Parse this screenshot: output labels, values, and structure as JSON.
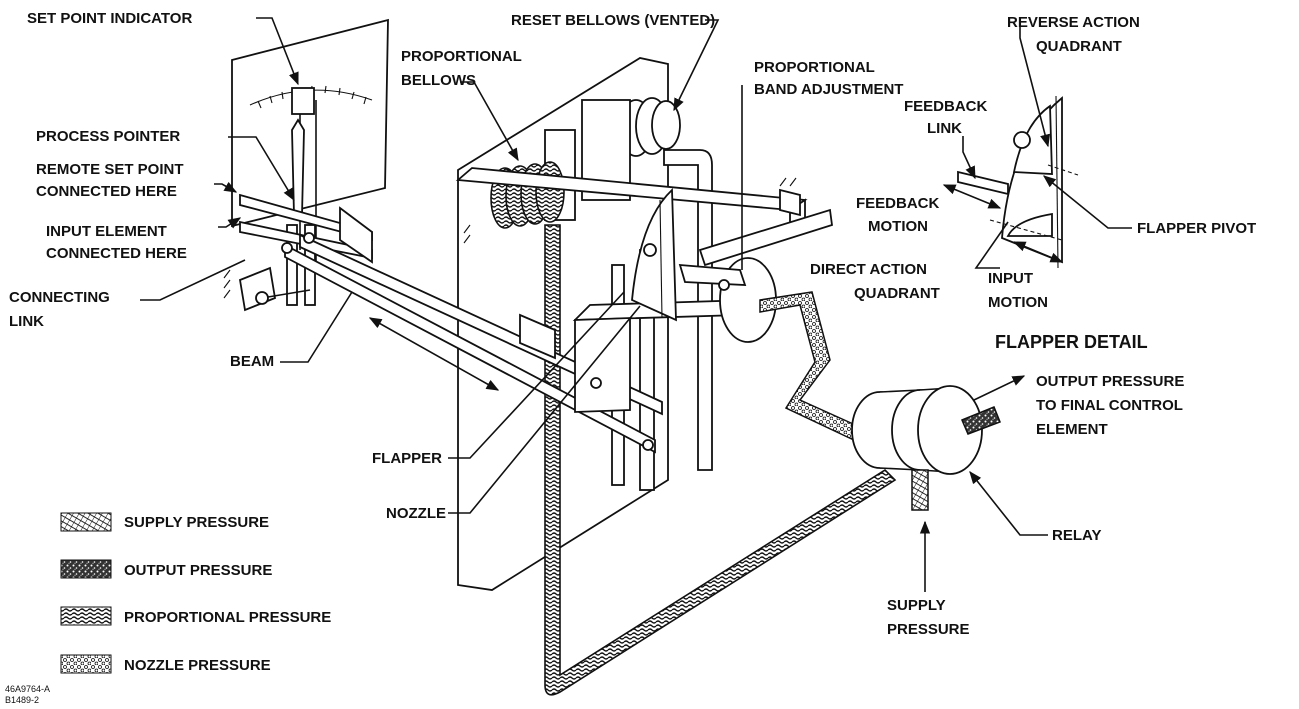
{
  "labels": {
    "set_point_indicator": "SET POINT INDICATOR",
    "reset_bellows": "RESET BELLOWS (VENTED)",
    "proportional_bellows_1": "PROPORTIONAL",
    "proportional_bellows_2": "BELLOWS",
    "prop_band_adj_1": "PROPORTIONAL",
    "prop_band_adj_2": "BAND ADJUSTMENT",
    "process_pointer": "PROCESS POINTER",
    "remote_set_point_1": "REMOTE SET POINT",
    "remote_set_point_2": "CONNECTED HERE",
    "input_element_1": "INPUT ELEMENT",
    "input_element_2": "CONNECTED HERE",
    "connecting_link_1": "CONNECTING",
    "connecting_link_2": "LINK",
    "beam": "BEAM",
    "flapper": "FLAPPER",
    "nozzle": "NOZZLE",
    "output_pressure_1": "OUTPUT PRESSURE",
    "output_pressure_2": "TO FINAL CONTROL",
    "output_pressure_3": "ELEMENT",
    "relay": "RELAY",
    "supply_pressure_1": "SUPPLY",
    "supply_pressure_2": "PRESSURE",
    "reverse_action_1": "REVERSE ACTION",
    "reverse_action_2": "QUADRANT",
    "feedback_link_1": "FEEDBACK",
    "feedback_link_2": "LINK",
    "feedback_motion_1": "FEEDBACK",
    "feedback_motion_2": "MOTION",
    "flapper_pivot": "FLAPPER PIVOT",
    "direct_action_1": "DIRECT ACTION",
    "direct_action_2": "QUADRANT",
    "input_motion_1": "INPUT",
    "input_motion_2": "MOTION",
    "flapper_detail": "FLAPPER DETAIL"
  },
  "legend": [
    {
      "label": "SUPPLY PRESSURE",
      "pattern": "crosshatch"
    },
    {
      "label": "OUTPUT PRESSURE",
      "pattern": "speckle"
    },
    {
      "label": "PROPORTIONAL PRESSURE",
      "pattern": "wave"
    },
    {
      "label": "NOZZLE PRESSURE",
      "pattern": "circles"
    }
  ],
  "drawing_number_1": "46A9764-A",
  "drawing_number_2": "B1489-2"
}
